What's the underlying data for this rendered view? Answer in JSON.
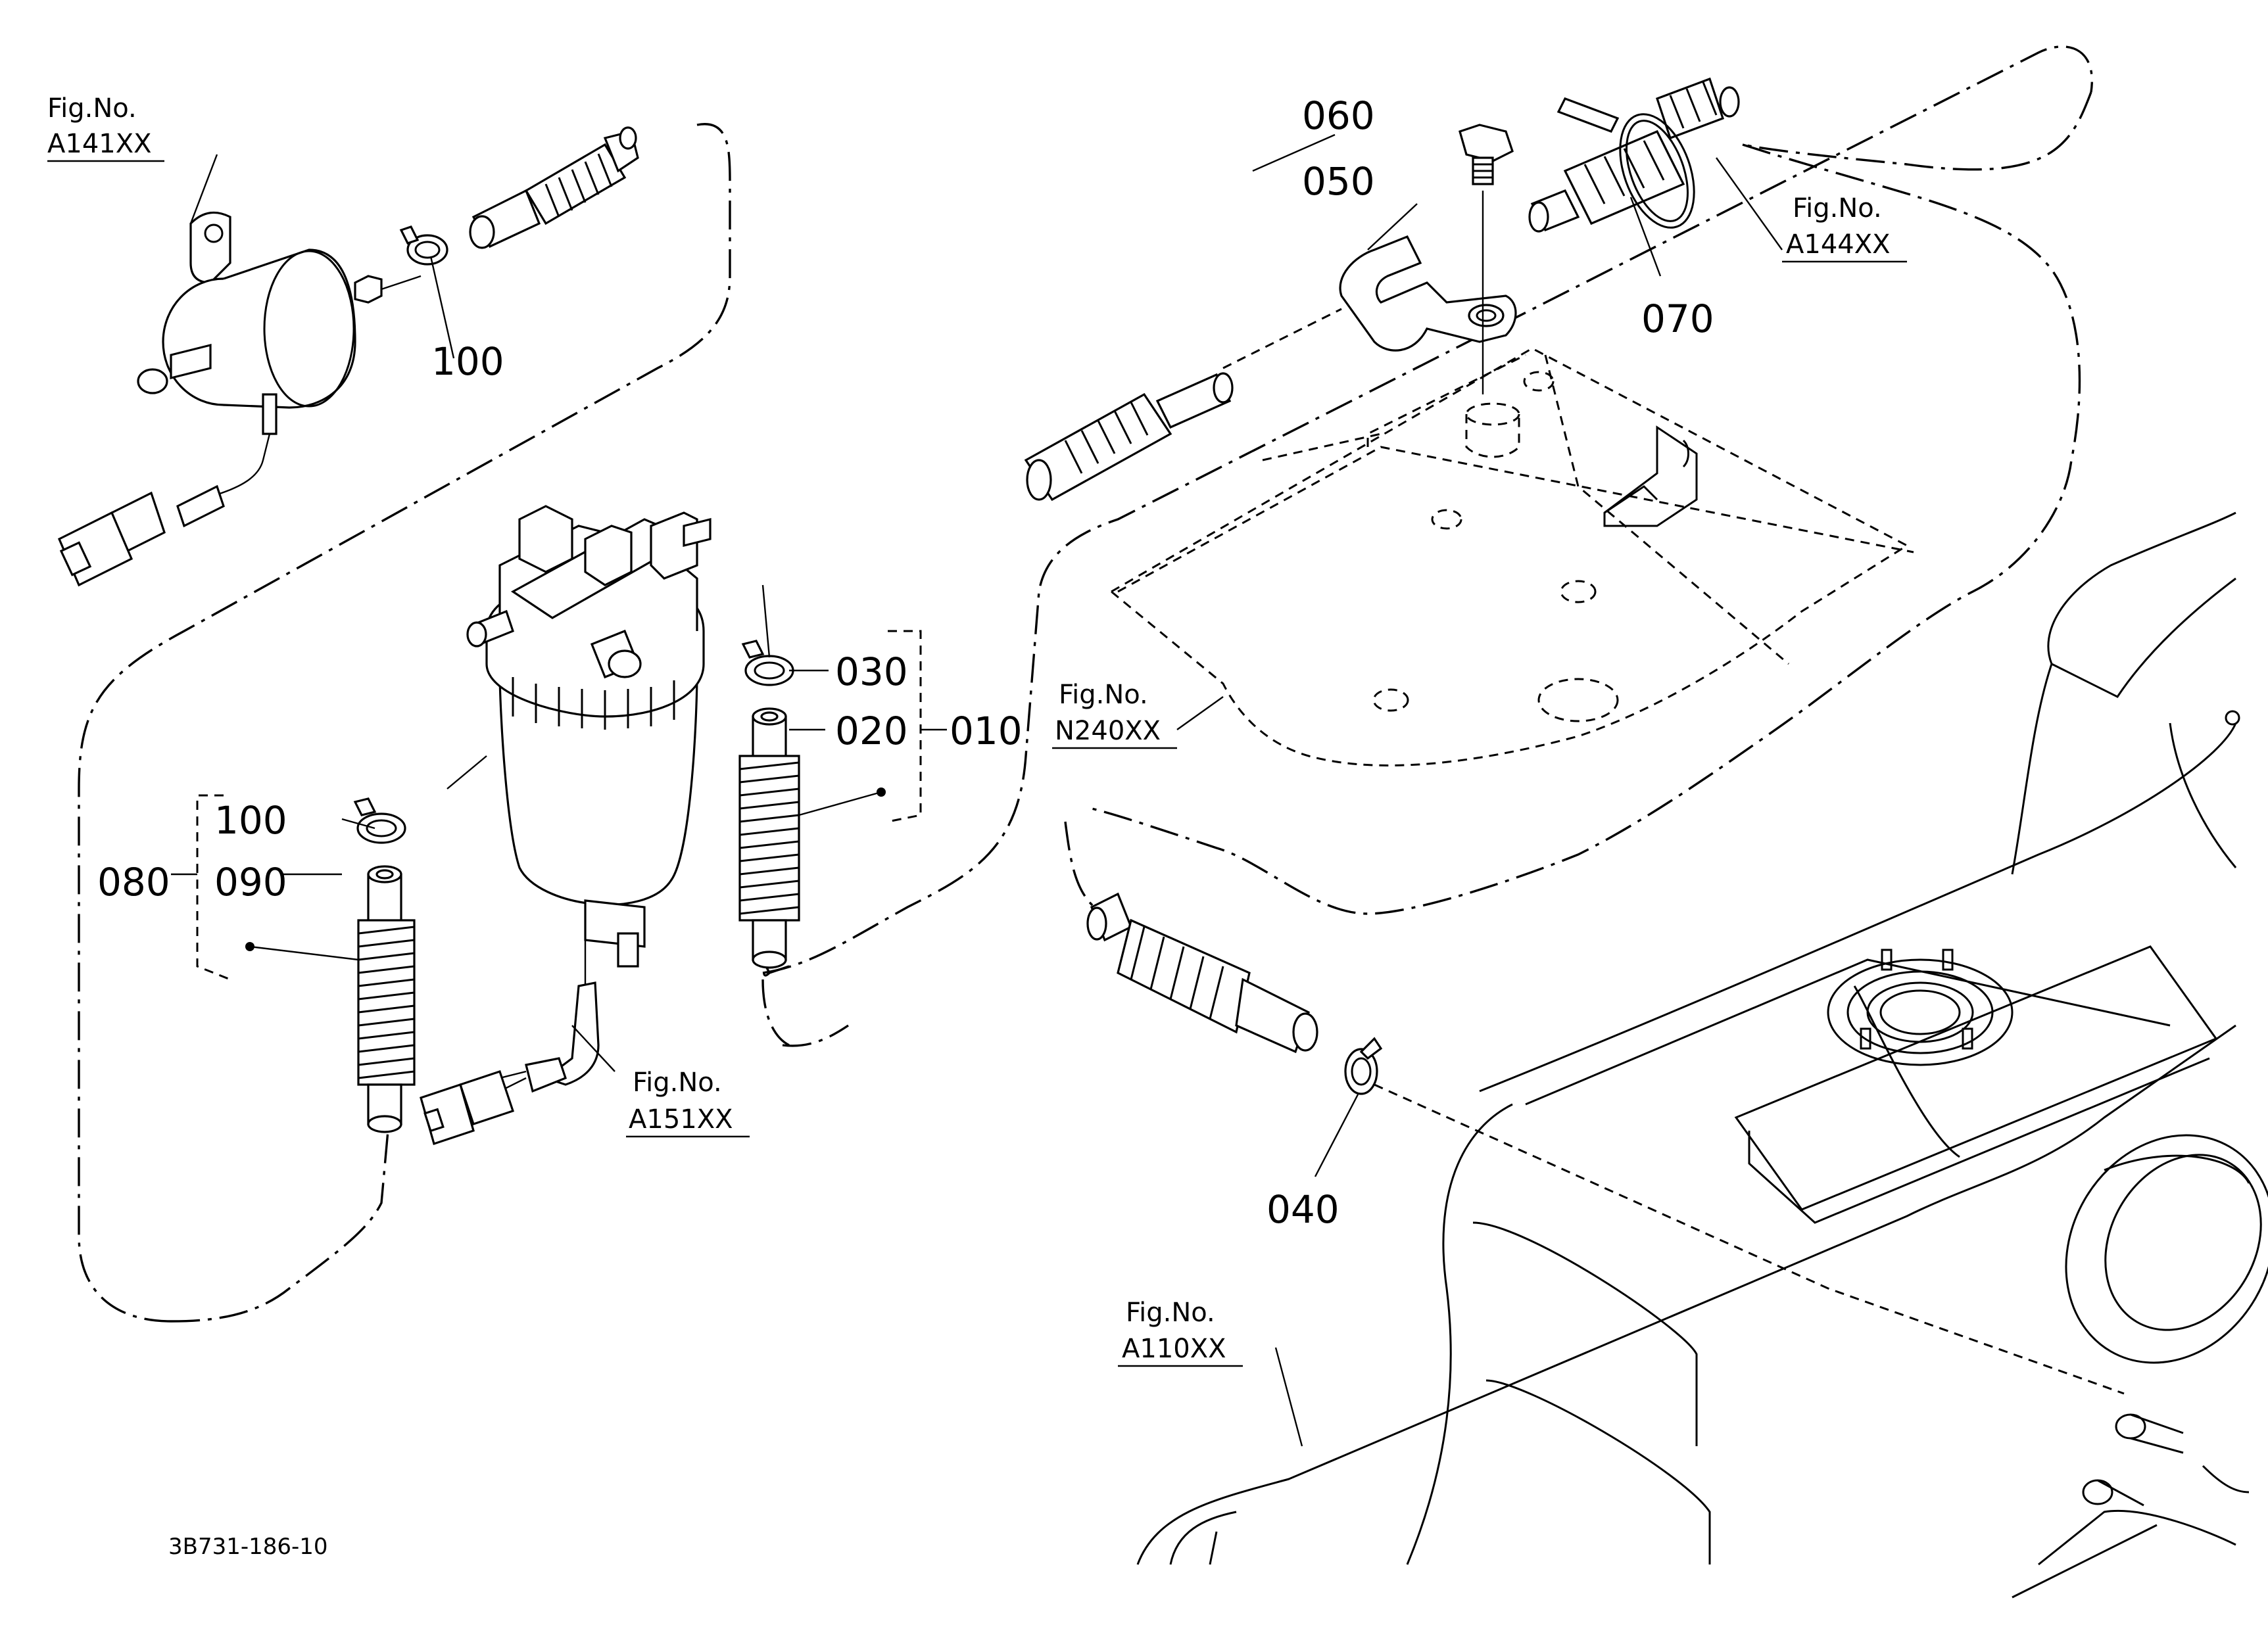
{
  "drawing_code": "3B731-186-10",
  "fig_refs": {
    "pump": {
      "line1": "Fig.No.",
      "line2": "A141XX"
    },
    "clamp": {
      "line1": "Fig.No.",
      "line2": "A144XX"
    },
    "tank_panel": {
      "line1": "Fig.No.",
      "line2": "N240XX"
    },
    "filter_harness": {
      "line1": "Fig.No.",
      "line2": "A151XX"
    },
    "fuel_tank": {
      "line1": "Fig.No.",
      "line2": "A110XX"
    }
  },
  "parts": {
    "p010": "010",
    "p020": "020",
    "p030": "030",
    "p040": "040",
    "p050": "050",
    "p060": "060",
    "p070": "070",
    "p080": "080",
    "p090": "090",
    "p100_top": "100",
    "p100_left": "100"
  }
}
